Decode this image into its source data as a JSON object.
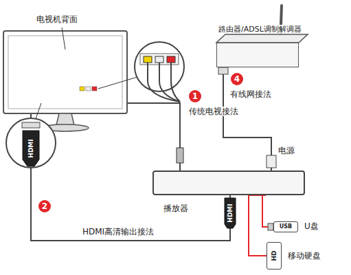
{
  "diagram": {
    "nodes": [
      {
        "text": [
          "电视机背面"
        ]
      },
      {
        "text": [
          "路由器/ADSL调制解调器"
        ]
      },
      {
        "text": [
          "播放器"
        ]
      },
      {
        "text": [
          "USB",
          "U盘"
        ]
      },
      {
        "text": [
          "HD",
          "移动硬盘"
        ]
      }
    ],
    "edges": [
      {
        "from": 2,
        "to": 0,
        "arrow": "none",
        "label": "传统电视接法"
      },
      {
        "from": 2,
        "to": 0,
        "arrow": "none",
        "label": "HDMI高清输出接法"
      },
      {
        "from": 1,
        "to": 2,
        "arrow": "none",
        "label": "有线网接法"
      },
      {
        "from": 2,
        "to": 3,
        "arrow": "none"
      },
      {
        "from": 2,
        "to": 4,
        "arrow": "none"
      }
    ],
    "labels": [
      "1",
      "2",
      "4",
      "HDMI",
      "HDMI",
      "电源"
    ]
  }
}
